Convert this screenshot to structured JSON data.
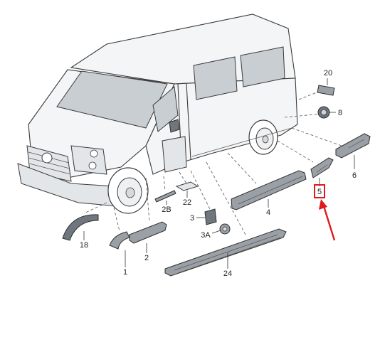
{
  "labels": {
    "p20": "20",
    "p8": "8",
    "p6": "6",
    "p5": "5",
    "p4": "4",
    "p22": "22",
    "p2B": "2B",
    "p3": "3",
    "p3A": "3A",
    "p2": "2",
    "p18": "18",
    "p1": "1",
    "p24": "24"
  },
  "colors": {
    "highlight": "#e0191b",
    "arrow": "#e0191b",
    "part_fill": "#9aa0a6"
  },
  "highlighted_part": "5"
}
